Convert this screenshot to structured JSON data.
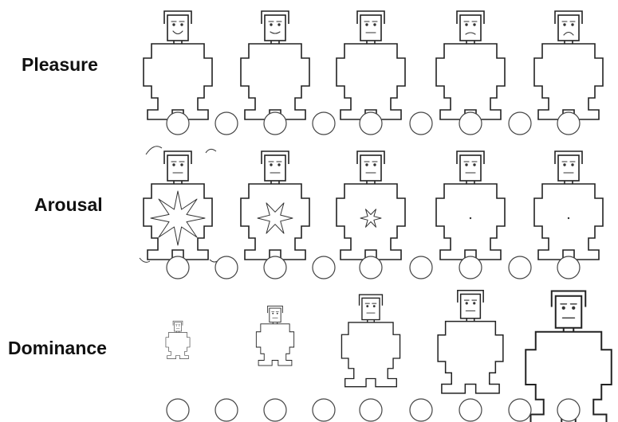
{
  "rows": [
    {
      "id": "pleasure",
      "label": "Pleasure"
    },
    {
      "id": "arousal",
      "label": "Arousal"
    },
    {
      "id": "dominance",
      "label": "Dominance"
    }
  ],
  "colors": {
    "line": "#222222",
    "background": "#ffffff"
  }
}
